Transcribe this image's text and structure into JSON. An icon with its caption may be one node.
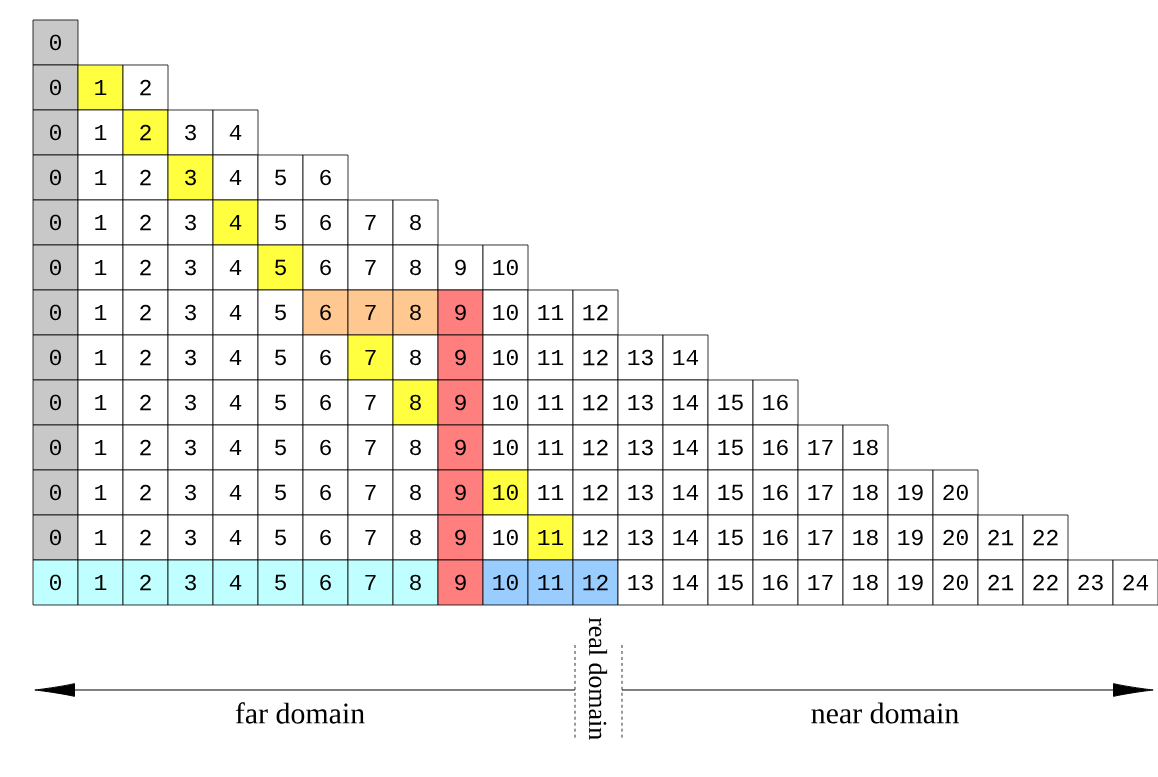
{
  "diagram": {
    "labels": [
      "0",
      "0",
      "1",
      "2",
      "0",
      "1",
      "2",
      "3",
      "4",
      "0",
      "1",
      "2",
      "3",
      "4",
      "5",
      "6",
      "0",
      "1",
      "2",
      "3",
      "4",
      "5",
      "6",
      "7",
      "8",
      "0",
      "1",
      "2",
      "3",
      "4",
      "5",
      "6",
      "7",
      "8",
      "9",
      "10",
      "0",
      "1",
      "2",
      "3",
      "4",
      "5",
      "6",
      "7",
      "8",
      "9",
      "10",
      "11",
      "12",
      "0",
      "1",
      "2",
      "3",
      "4",
      "5",
      "6",
      "7",
      "8",
      "9",
      "10",
      "11",
      "12",
      "13",
      "14",
      "0",
      "1",
      "2",
      "3",
      "4",
      "5",
      "6",
      "7",
      "8",
      "9",
      "10",
      "11",
      "12",
      "13",
      "14",
      "15",
      "16",
      "0",
      "1",
      "2",
      "3",
      "4",
      "5",
      "6",
      "7",
      "8",
      "9",
      "10",
      "11",
      "12",
      "13",
      "14",
      "15",
      "16",
      "17",
      "18",
      "0",
      "1",
      "2",
      "3",
      "4",
      "5",
      "6",
      "7",
      "8",
      "9",
      "10",
      "11",
      "12",
      "13",
      "14",
      "15",
      "16",
      "17",
      "18",
      "19",
      "20",
      "0",
      "1",
      "2",
      "3",
      "4",
      "5",
      "6",
      "7",
      "8",
      "9",
      "10",
      "11",
      "12",
      "13",
      "14",
      "15",
      "16",
      "17",
      "18",
      "19",
      "20",
      "21",
      "22",
      "0",
      "1",
      "2",
      "3",
      "4",
      "5",
      "6",
      "7",
      "8",
      "9",
      "10",
      "11",
      "12",
      "13",
      "14",
      "15",
      "16",
      "17",
      "18",
      "19",
      "20",
      "21",
      "22",
      "23",
      "24",
      "far domain",
      "real domain",
      "near domain"
    ]
  }
}
